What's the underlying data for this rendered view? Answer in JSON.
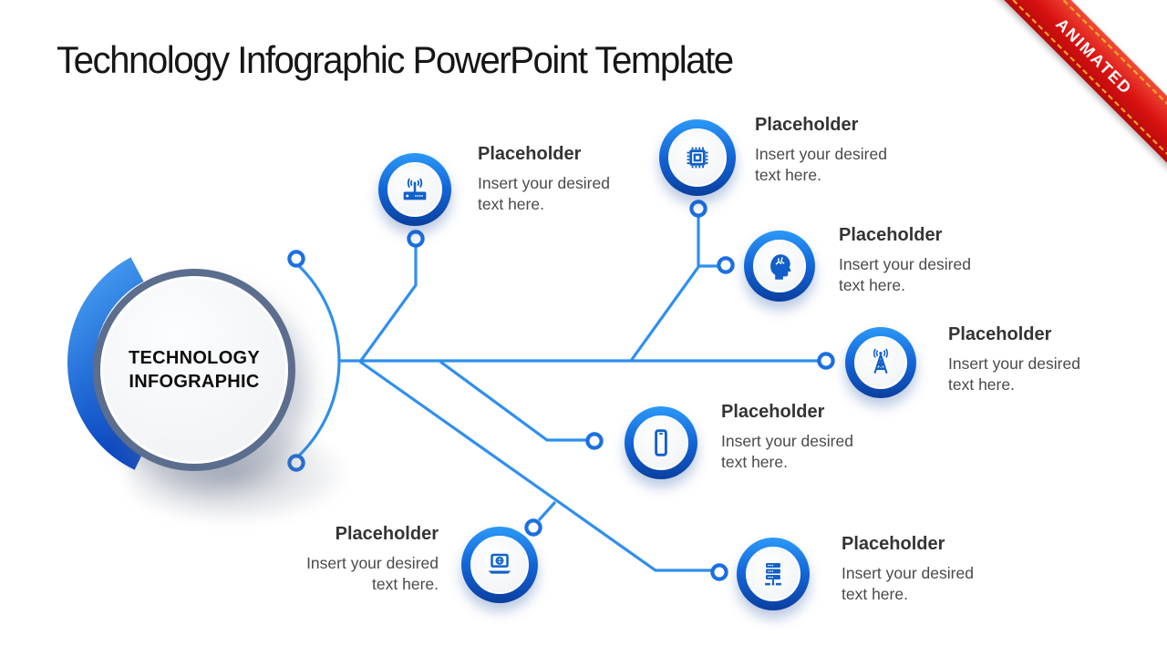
{
  "title": "Technology Infographic PowerPoint Template",
  "ribbon": {
    "label": "ANIMATED"
  },
  "hub": {
    "line1": "TECHNOLOGY",
    "line2": "INFOGRAPHIC"
  },
  "items": [
    {
      "id": "wifi-router",
      "icon": "router-icon",
      "title": "Placeholder",
      "body": "Insert your desired text here."
    },
    {
      "id": "cpu-chip",
      "icon": "chip-icon",
      "title": "Placeholder",
      "body": "Insert your desired text here."
    },
    {
      "id": "ai-head",
      "icon": "ai-head-icon",
      "title": "Placeholder",
      "body": "Insert your desired text here."
    },
    {
      "id": "signal-tower",
      "icon": "signal-tower-icon",
      "title": "Placeholder",
      "body": "Insert your desired text here."
    },
    {
      "id": "smartphone",
      "icon": "smartphone-icon",
      "title": "Placeholder",
      "body": "Insert your desired text here."
    },
    {
      "id": "laptop",
      "icon": "laptop-icon",
      "title": "Placeholder",
      "body": "Insert your desired text here."
    },
    {
      "id": "server",
      "icon": "server-icon",
      "title": "Placeholder",
      "body": "Insert your desired text here."
    }
  ],
  "colors": {
    "connector_blue": "#2f8fee",
    "node_ring_blue": "#1c6fe0",
    "badge_gradient_top": "#2b99f7",
    "badge_gradient_bottom": "#0a3f9e",
    "icon_blue": "#1160c9",
    "hub_ring_slate": "#5c6e8d",
    "ribbon_red": "#d81111",
    "stitch_yellow": "#ffb41e",
    "heading_gray": "#343434",
    "body_gray": "#4a4a4a"
  }
}
